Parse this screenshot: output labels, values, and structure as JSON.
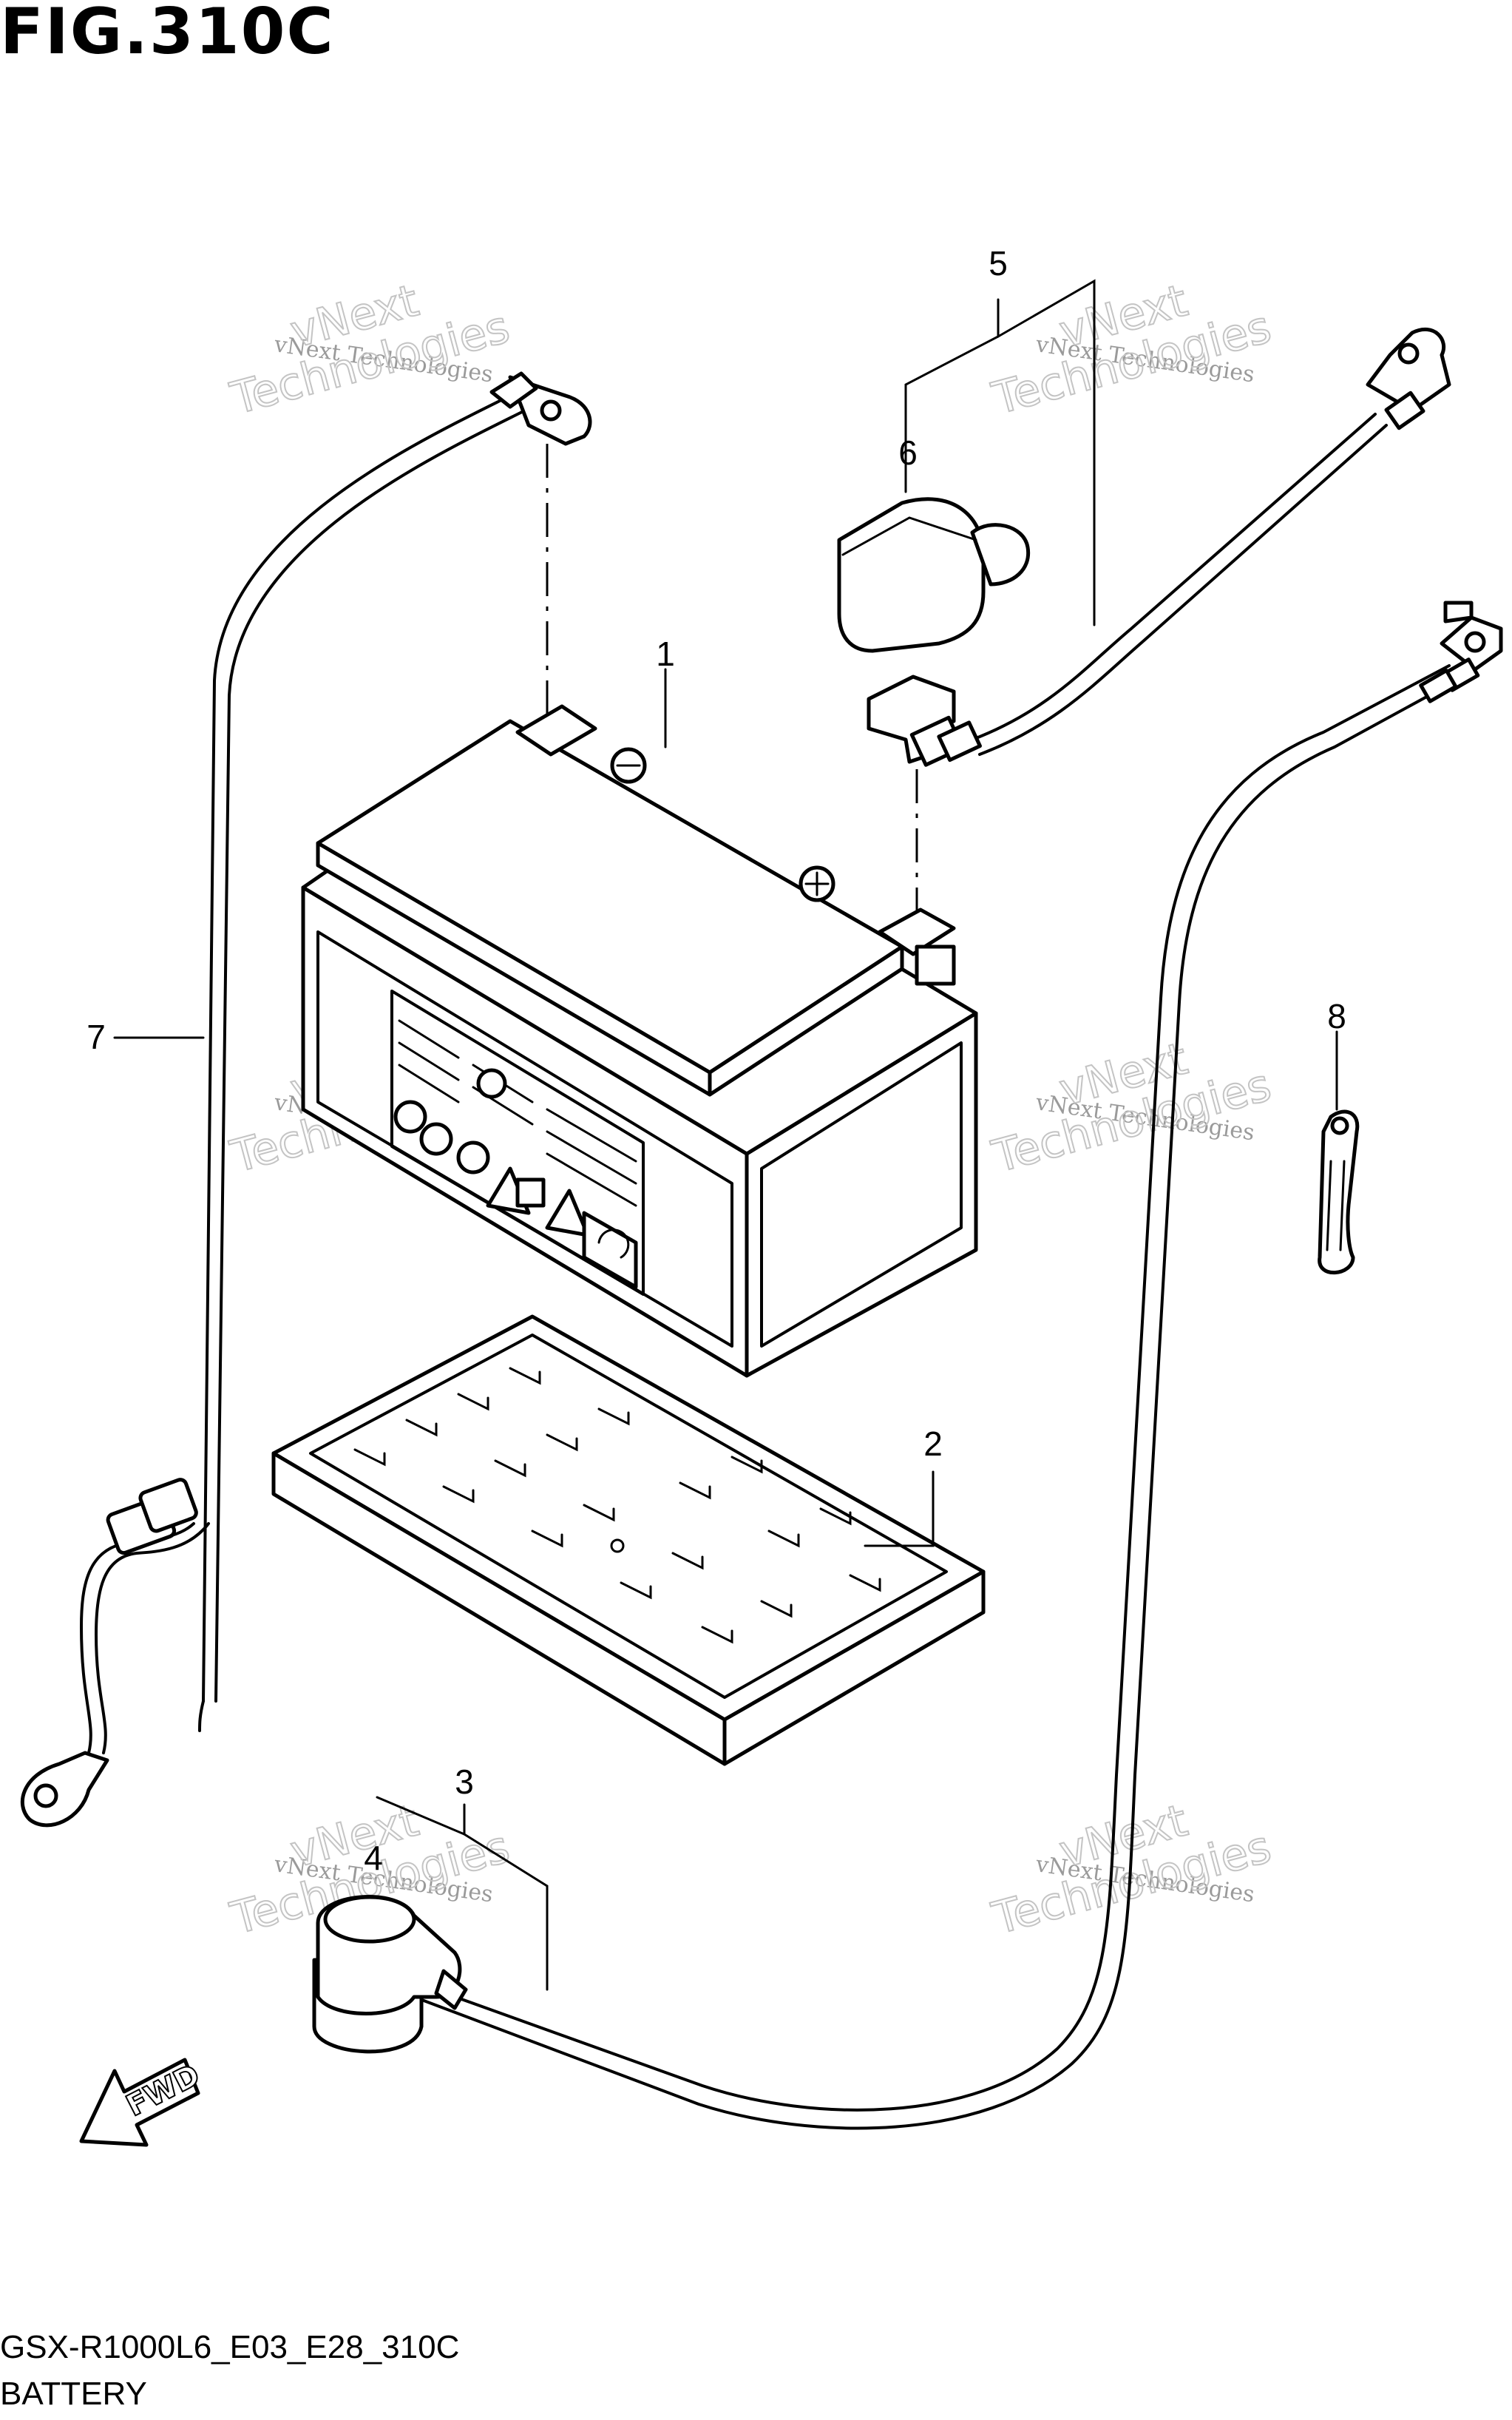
{
  "figure": {
    "title": "FIG.310C",
    "drawing_code": "GSX-R1000L6_E03_E28_310C",
    "name": "BATTERY"
  },
  "callouts": [
    {
      "id": "1",
      "label": "1"
    },
    {
      "id": "2",
      "label": "2"
    },
    {
      "id": "3",
      "label": "3"
    },
    {
      "id": "4",
      "label": "4"
    },
    {
      "id": "5",
      "label": "5"
    },
    {
      "id": "6",
      "label": "6"
    },
    {
      "id": "7",
      "label": "7"
    },
    {
      "id": "8",
      "label": "8"
    }
  ],
  "direction_marker": {
    "label": "FWD"
  },
  "watermark": {
    "line1": "vNext Technologies",
    "line2": "vNext",
    "line3": "Technologies"
  }
}
